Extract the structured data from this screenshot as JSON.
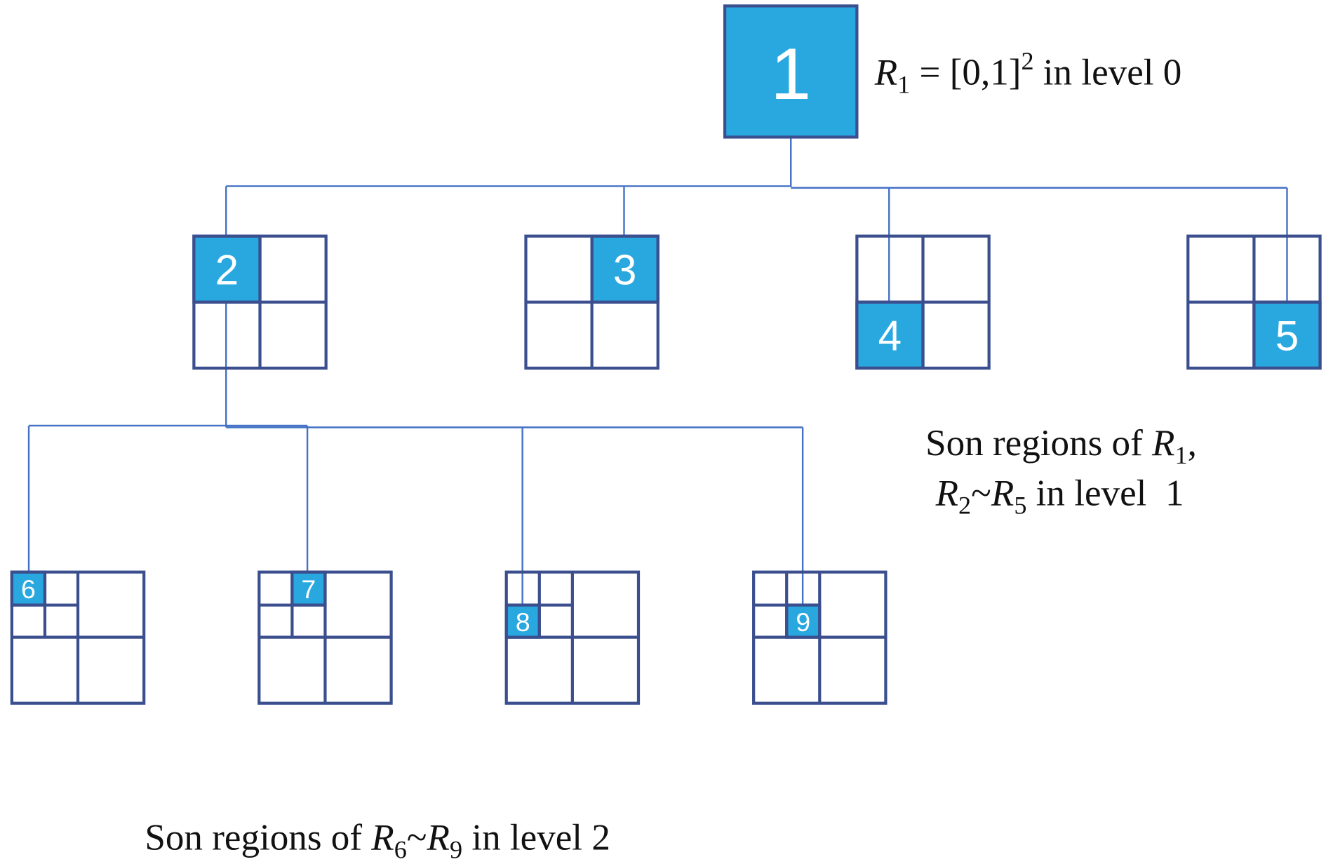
{
  "diagram": {
    "nodes": [
      {
        "label": "1"
      },
      {
        "label": "2"
      },
      {
        "label": "3"
      },
      {
        "label": "4"
      },
      {
        "label": "5"
      },
      {
        "label": "6"
      },
      {
        "label": "7"
      },
      {
        "label": "8"
      },
      {
        "label": "9"
      }
    ],
    "captions": {
      "level0": {
        "var": "R",
        "sub": "1",
        "equals": " = [0,1]",
        "sup": "2",
        "tail": " in level 0"
      },
      "level1": {
        "line1_text": "Son regions of ",
        "line1_var": "R",
        "line1_sub": "1",
        "line1_tail": ",",
        "line2_var_a": "R",
        "line2_sub_a": "2",
        "line2_tilde": "~",
        "line2_var_b": "R",
        "line2_sub_b": "5",
        "line2_tail": " in level  1"
      },
      "level2": {
        "text": "Son regions of ",
        "var_a": "R",
        "sub_a": "6",
        "tilde": "~",
        "var_b": "R",
        "sub_b": "9",
        "tail": " in level 2"
      }
    }
  },
  "colors": {
    "highlight": "#29A8E0",
    "border": "#3B4F8F",
    "connector": "#4472C4",
    "label_text": "#FFFFFF"
  }
}
